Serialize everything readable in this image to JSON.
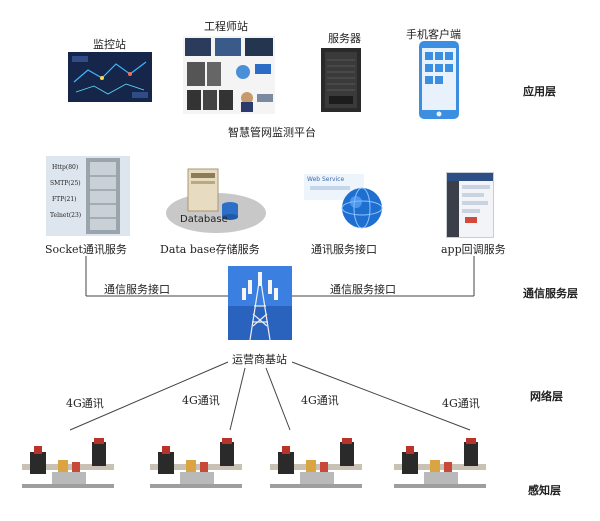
{
  "application": {
    "monitor_station": "监控站",
    "engineer_station": "工程师站",
    "server": "服务器",
    "mobile_client": "手机客户端",
    "platform": "智慧管网监测平台"
  },
  "services": {
    "socket": "Socket通讯服务",
    "database": "Data base存储服务",
    "comm_interface": "通讯服务接口",
    "app_callback": "app回调服务",
    "server_ports": [
      "Http(80)",
      "SMTP(25)",
      "FTP(21)",
      "Telnet(23)"
    ],
    "database_label": "Database",
    "webservice_label": "Web Service"
  },
  "comm": {
    "left_label": "通信服务接口",
    "right_label": "通信服务接口",
    "base_station": "运营商基站"
  },
  "network": {
    "links": [
      "4G通讯",
      "4G通讯",
      "4G通讯",
      "4G通讯"
    ]
  },
  "layers": {
    "application": "应用层",
    "communication": "通信服务层",
    "network": "网络层",
    "sensing": "感知层"
  },
  "colors": {
    "line": "#444444",
    "screen_dark": "#1b2a4a",
    "phone_blue": "#3c8fe0",
    "globe_blue": "#1f6fd0",
    "sky": "#2b6fd6"
  }
}
